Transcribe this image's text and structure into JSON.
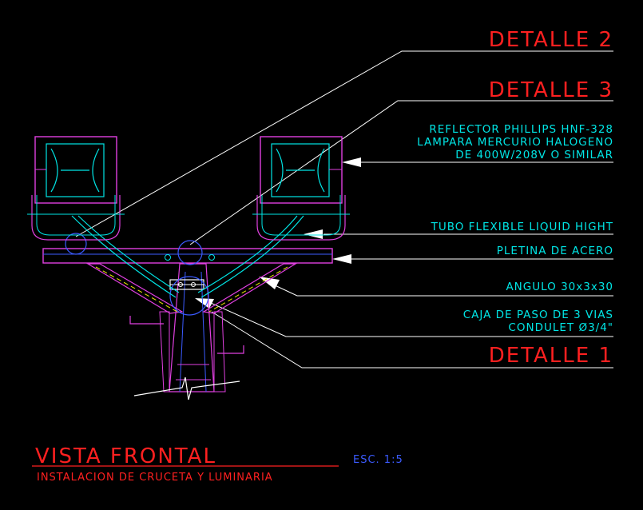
{
  "detail_titles": {
    "detalle_2": "DETALLE 2",
    "detalle_3": "DETALLE 3",
    "detalle_1": "DETALLE 1"
  },
  "notes": {
    "reflector_line1": "REFLECTOR PHILLIPS HNF-328",
    "reflector_line2": "LAMPARA MERCURIO HALOGENO",
    "reflector_line3": "DE 400W/208V O SIMILAR",
    "tubo": "TUBO FLEXIBLE LIQUID HIGHT",
    "pletina": "PLETINA DE ACERO",
    "angulo": "ANGULO 30x3x30",
    "caja_line1": "CAJA DE PASO DE 3 VIAS",
    "caja_line2": "CONDULET Ø3/4\""
  },
  "footer": {
    "view_title": "VISTA FRONTAL",
    "scale": "ESC. 1:5",
    "subtitle": "INSTALACION DE CRUCETA Y LUMINARIA"
  },
  "colors": {
    "background": "#000000",
    "red": "#ff2020",
    "cyan": "#00e5e5",
    "magenta": "#e040e0",
    "blue": "#3b5bff",
    "white": "#ffffff",
    "yellow": "#e8e800"
  }
}
